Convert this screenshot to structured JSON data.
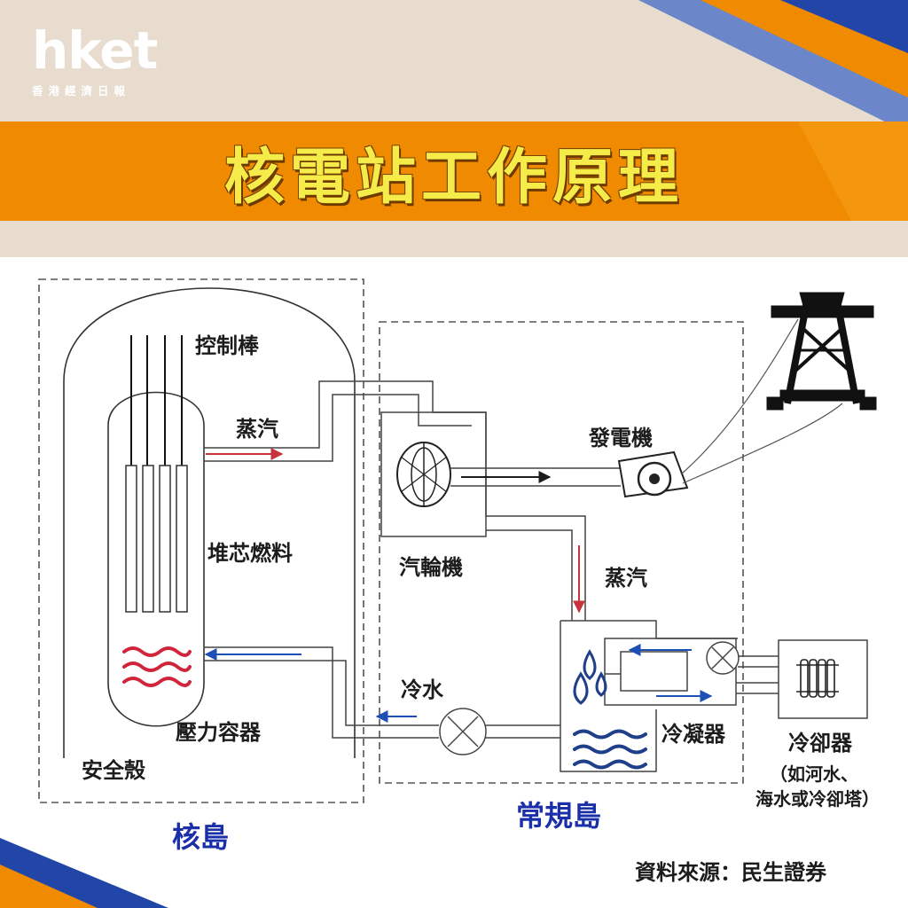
{
  "brand": {
    "logo": "hket",
    "tagline": "香港經濟日報"
  },
  "title": "核電站工作原理",
  "labels": {
    "control_rods": "控制棒",
    "steam_1": "蒸汽",
    "core_fuel": "堆芯燃料",
    "pressure_vessel": "壓力容器",
    "containment": "安全殼",
    "turbine": "汽輪機",
    "generator": "發電機",
    "steam_2": "蒸汽",
    "cold_water": "冷水",
    "condenser": "冷凝器",
    "cooler": "冷卻器",
    "cooler_note_1": "（如河水、",
    "cooler_note_2": "海水或冷卻塔）",
    "nuclear_island": "核島",
    "conventional_island": "常規島"
  },
  "source": "資料來源：民生證券",
  "colors": {
    "header_bg": "#e7dccd",
    "title_bar": "#f08a00",
    "title_text": "#f5ec4a",
    "island_label": "#1b2fa8",
    "water": "#1f3f8a",
    "heat_waves": "#d0253a",
    "steam_arrow": "#c8323c",
    "accent_blue": "#1e4fb5"
  }
}
